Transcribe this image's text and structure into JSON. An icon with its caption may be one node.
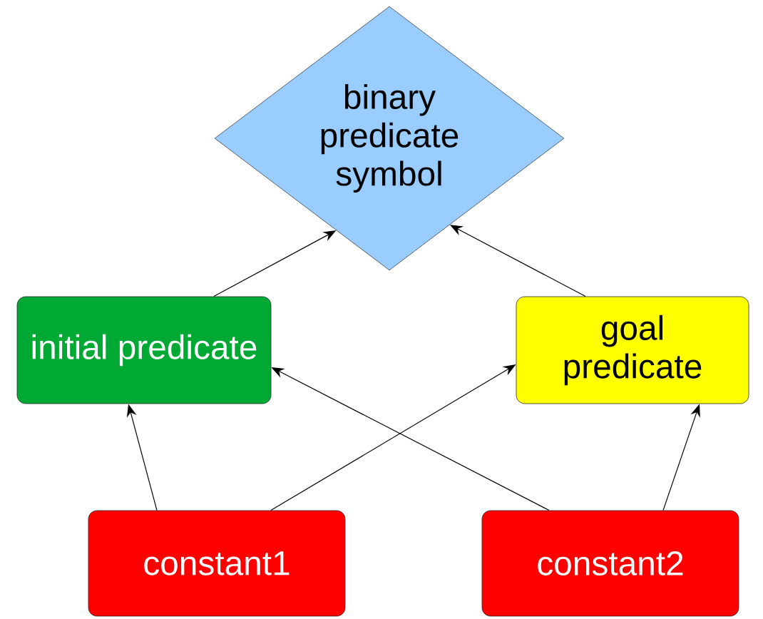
{
  "diagram": {
    "nodes": [
      {
        "text": [
          "binary predicate symbol"
        ]
      },
      {
        "text": [
          "initial predicate"
        ]
      },
      {
        "text": [
          "goal predicate"
        ]
      },
      {
        "text": [
          "constant1"
        ]
      },
      {
        "text": [
          "constant2"
        ]
      }
    ],
    "edges": [
      {
        "from": 1,
        "to": 0,
        "arrow": "to"
      },
      {
        "from": 2,
        "to": 0,
        "arrow": "to"
      },
      {
        "from": 3,
        "to": 1,
        "arrow": "to"
      },
      {
        "from": 3,
        "to": 2,
        "arrow": "to"
      },
      {
        "from": 4,
        "to": 1,
        "arrow": "to"
      },
      {
        "from": 4,
        "to": 2,
        "arrow": "to"
      }
    ]
  }
}
